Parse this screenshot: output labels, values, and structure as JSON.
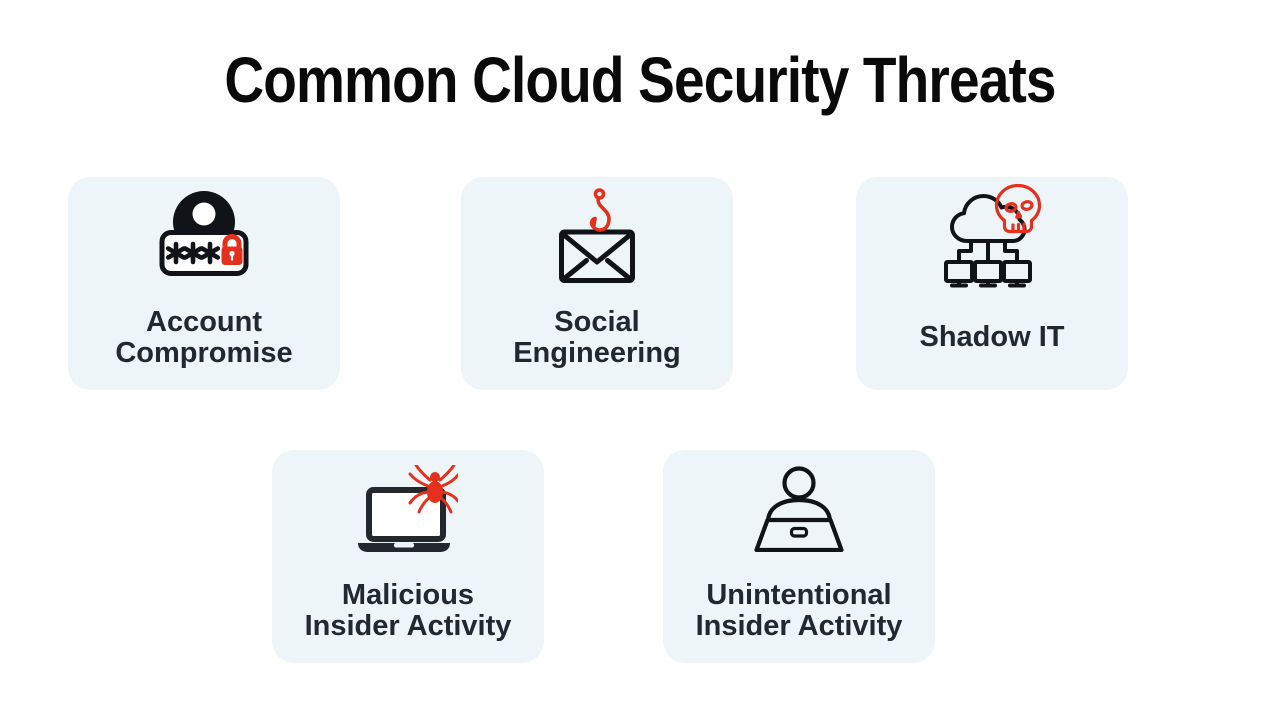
{
  "title": "Common Cloud Security Threats",
  "colors": {
    "page_bg": "#ffffff",
    "card_bg": "#eef5f9",
    "accent_red": "#e5301d",
    "icon_black": "#101317",
    "laptop_dark": "#23282e",
    "screen_white": "#ffffff",
    "text": "#222831",
    "title_color": "#0a0a0a"
  },
  "cards": [
    {
      "id": "account-compromise",
      "icon": "user-password-lock-icon",
      "label_lines": [
        "Account",
        "Compromise"
      ]
    },
    {
      "id": "social-engineering",
      "icon": "phishing-email-hook-icon",
      "label_lines": [
        "Social",
        "Engineering"
      ]
    },
    {
      "id": "shadow-it",
      "icon": "cloud-skull-network-icon",
      "label_lines": [
        "Shadow IT"
      ]
    },
    {
      "id": "malicious-insider-activity",
      "icon": "laptop-spider-malware-icon",
      "label_lines": [
        "Malicious",
        "Insider Activity"
      ]
    },
    {
      "id": "unintentional-insider-activity",
      "icon": "person-at-laptop-icon",
      "label_lines": [
        "Unintentional",
        "Insider Activity"
      ]
    }
  ]
}
